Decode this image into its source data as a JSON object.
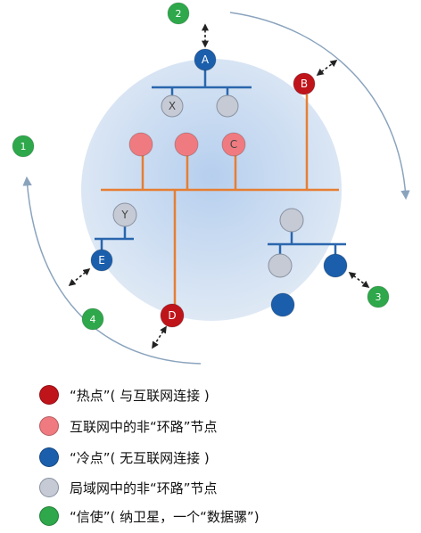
{
  "colors": {
    "hot": "#c0141b",
    "pink": "#ef7b80",
    "cold": "#1b5fac",
    "gray": "#c5cad4",
    "satellite": "#2ea84a",
    "line_orange": "#e67e33",
    "line_blue": "#2a66ad",
    "arc": "#8aa3bd",
    "sphere_center": "#bcd3ee",
    "sphere_edge": "#d8e5f3"
  },
  "nodes": {
    "A": "A",
    "B": "B",
    "C": "C",
    "D": "D",
    "E": "E",
    "X": "X",
    "Y": "Y"
  },
  "satellites": [
    "1",
    "2",
    "3",
    "4"
  ],
  "legend": [
    {
      "kind": "hot",
      "label": "“热点”( 与互联网连接 )"
    },
    {
      "kind": "pink",
      "label": "  互联网中的非“环路”节点"
    },
    {
      "kind": "cold",
      "label": "“冷点”( 无互联网连接 )"
    },
    {
      "kind": "gray",
      "label": "  局域网中的非“环路”节点"
    },
    {
      "kind": "satellite",
      "label": "“信使”( 纳卫星，一个“数据骡”)"
    }
  ]
}
